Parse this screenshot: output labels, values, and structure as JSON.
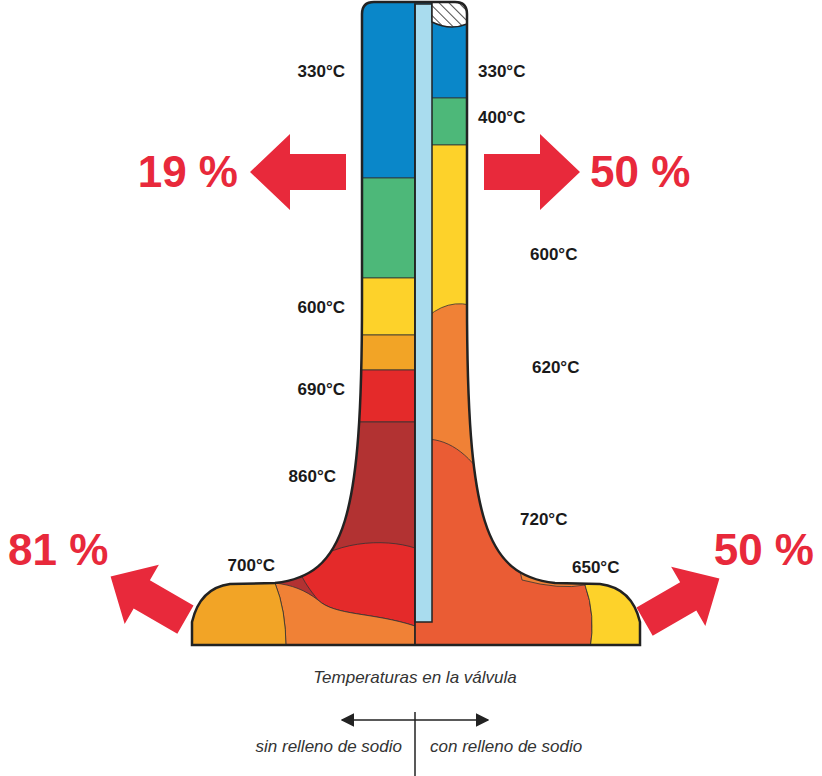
{
  "diagram": {
    "caption": "Temperaturas en la válvula",
    "labels": [
      "330°C",
      "19 %",
      "330°C",
      "400°C",
      "50 %",
      "600°C",
      "600°C",
      "620°C",
      "690°C",
      "860°C",
      "720°C",
      "81 %",
      "700°C",
      "650°C",
      "50 %",
      "sin relleno de sodio",
      "con relleno de sodio"
    ]
  }
}
